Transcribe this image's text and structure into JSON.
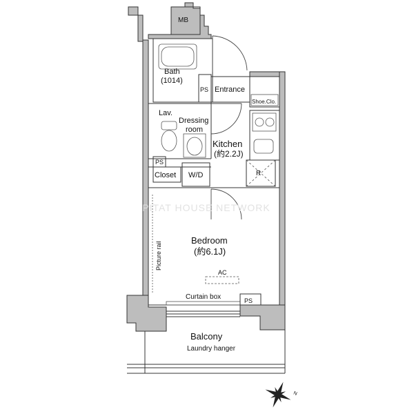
{
  "labels": {
    "mb": "MB",
    "bath": "Bath",
    "bath_code": "(1014)",
    "ps_bath": "PS",
    "entrance": "Entrance",
    "shoe_closet": "Shoe.Clo.",
    "lav": "Lav.",
    "dressing_1": "Dressing",
    "dressing_2": "room",
    "kitchen": "Kitchen",
    "kitchen_size": "(約2.2J)",
    "ps_closet": "PS",
    "closet": "Closet",
    "wd": "W/D",
    "refrigerator": "R",
    "bedroom": "Bedroom",
    "bedroom_size": "(約6.1J)",
    "picture_rail": "Picture rail",
    "ac": "AC",
    "curtain_box": "Curtain box",
    "ps_bedroom": "PS",
    "balcony": "Balcony",
    "laundry_hanger": "Laundry hanger",
    "north": "N"
  },
  "watermark": "PITAT HOUSE NETWORK",
  "colors": {
    "wall_fill": "#bdbdbd",
    "line": "#333333",
    "watermark": "#e2e2e2"
  },
  "icons": {
    "compass": "compass-star-icon",
    "bathtub": "bathtub-icon",
    "toilet": "toilet-icon",
    "washbasin": "washbasin-icon",
    "stove": "gas-stove-icon",
    "sink": "kitchen-sink-icon"
  }
}
